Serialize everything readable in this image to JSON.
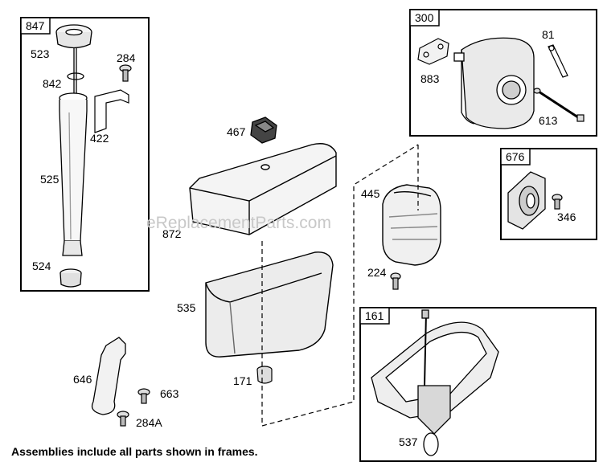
{
  "diagram": {
    "watermark": "eReplacementParts.com",
    "footnote": "Assemblies include all parts shown in frames.",
    "frames": {
      "f847": "847",
      "f300": "300",
      "f676": "676",
      "f161": "161"
    },
    "parts": {
      "p523": "523",
      "p284": "284",
      "p842": "842",
      "p422": "422",
      "p525": "525",
      "p524": "524",
      "p467": "467",
      "p872": "872",
      "p535": "535",
      "p171": "171",
      "p646": "646",
      "p663": "663",
      "p284a": "284A",
      "p445": "445",
      "p224": "224",
      "p81": "81",
      "p883": "883",
      "p613": "613",
      "p346": "346",
      "p537": "537"
    }
  }
}
